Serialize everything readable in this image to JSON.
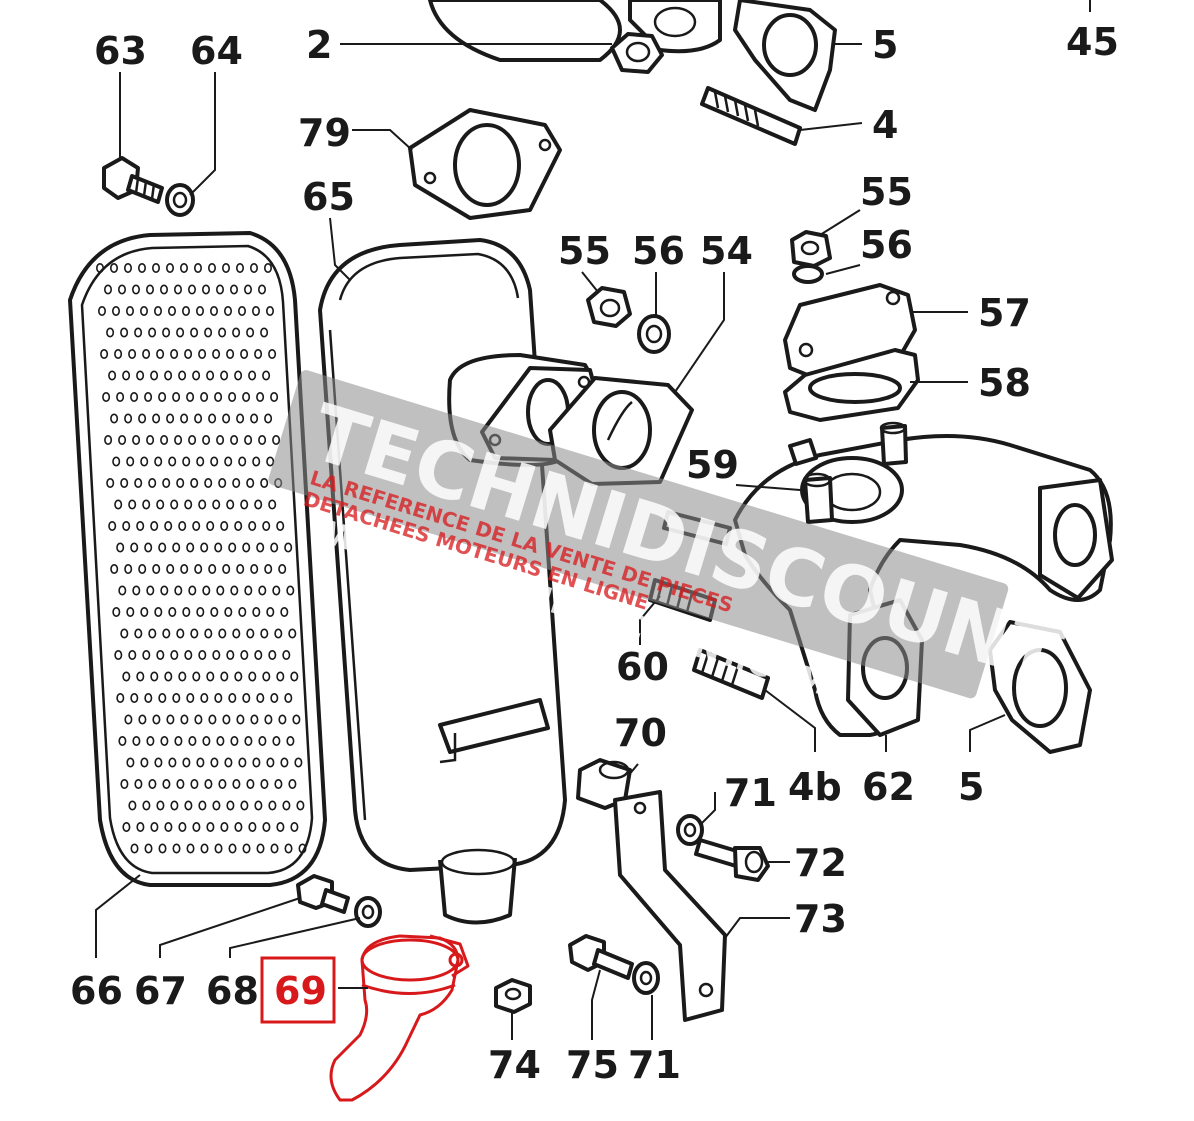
{
  "labels": {
    "l45": "45",
    "l2": "2",
    "l5a": "5",
    "l4": "4",
    "l63": "63",
    "l64": "64",
    "l79": "79",
    "l65": "65",
    "l55a": "55",
    "l56a": "56",
    "l54": "54",
    "l55b": "55",
    "l56b": "56",
    "l57": "57",
    "l58": "58",
    "l59": "59",
    "l60": "60",
    "l4b": "4b",
    "l62": "62",
    "l5b": "5",
    "l70": "70",
    "l71a": "71",
    "l72": "72",
    "l73": "73",
    "l66": "66",
    "l67": "67",
    "l68": "68",
    "l69": "69",
    "l74": "74",
    "l75": "75",
    "l71b": "71"
  },
  "watermark": {
    "brand": "TECHNIDISCOUNT",
    "tagline1": "LA REFERENCE DE LA VENTE DE PIECES",
    "tagline2": "DETACHEES MOTEURS EN LIGNE",
    "url": "WWW.TECHNIDISCOUNT.COM"
  },
  "highlight": {
    "part": "69",
    "color": "#d8191b"
  }
}
